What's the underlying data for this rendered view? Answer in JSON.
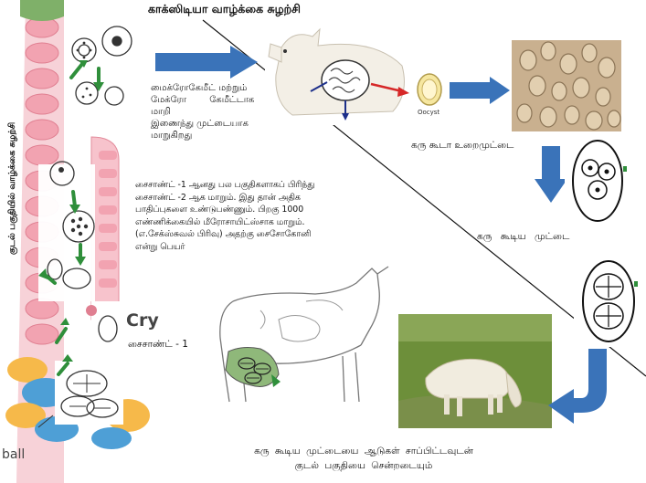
{
  "title": "காக்ஸிடியா வாழ்க்கை சுழற்சி",
  "side_caption": "குடல் பகுதியில் வாழ்க்கை சுழற்சி",
  "side_partial_label": "Cry",
  "bottom_left_partial_label": "ball",
  "oocyst_label": "Oocyst",
  "label_micro_macro": [
    "மைக்ரோகேமீட் மற்றும்",
    "மேக்ரோ கேமீட்டாக",
    "மாறி",
    "இணைந்து முட்டையாக",
    "மாறுகிறது"
  ],
  "label_schizont_paragraph": [
    "சைசாண்ட் -1 ஆனது பல பகுதிகளாகப் பிரிந்து",
    "சைசாண்ட் -2 ஆக மாறும். இது தான் அதிக",
    "பாதிப்புகளை உண்டுபண்ணும். பிறகு 1000",
    "எண்ணிக்கையில் மீரோசாயிட்ஸ்சாக மாறும்.",
    "(எ.சேக்ஸ்சுவல் பிரிவு) அதற்கு சைசோகோனி",
    "என்று பெயர்"
  ],
  "label_schizont1": "சைசாண்ட் - 1",
  "label_oocyst_shell": "கரு கூடா உறைமுட்டை",
  "label_embryonated": "கரு கூடிய முட்டை",
  "label_bottom": [
    "கரு கூடிய முட்டையை ஆடுகள் சாப்பிட்டவுடன்",
    "குடல் பகுதியை சென்றடையும்"
  ],
  "colors": {
    "arrow_blue": "#3a73b9",
    "arrow_green": "#2f8f3b",
    "gut_pink": "#f4a8b4",
    "gut_cells": "#f8c7cf",
    "red_arrow": "#d62828",
    "grass": "#6d8f3a",
    "microscope_bg": "#c9b08f"
  }
}
